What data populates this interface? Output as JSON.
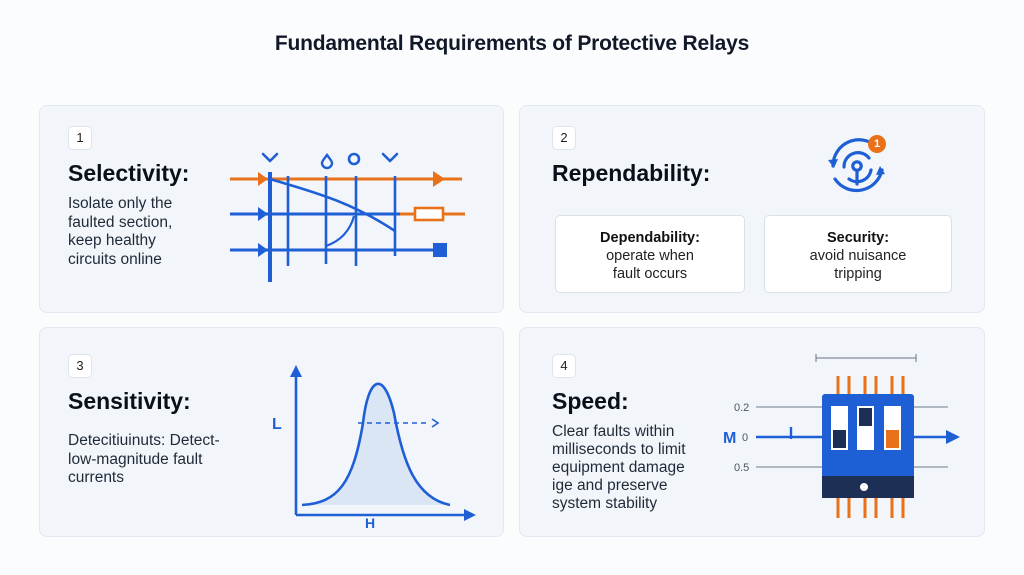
{
  "title": "Fundamental Requirements of Protective Relays",
  "cards": [
    {
      "number": "1",
      "heading": "Selectivity:",
      "description": [
        "Isolate only the",
        "faulted section,",
        "keep healthy",
        "circuits online"
      ]
    },
    {
      "number": "2",
      "heading": "Rependability:",
      "badge": "1",
      "boxes": [
        {
          "title": "Dependability:",
          "lines": [
            "operate when",
            "fault occurs"
          ]
        },
        {
          "title": "Security:",
          "lines": [
            "avoid nuisance",
            "tripping"
          ]
        }
      ]
    },
    {
      "number": "3",
      "heading": "Sensitivity:",
      "description": [
        "Detecitiuinuts: Detect-",
        "low-magnitude fault",
        "currents"
      ],
      "axis_label_y": "L",
      "axis_label_x": "H"
    },
    {
      "number": "4",
      "heading": "Speed:",
      "description": [
        "Clear faults within",
        "milliseconds to limit",
        "equipment damage",
        "ige and preserve",
        "system stability"
      ],
      "scale_labels": [
        "0.2",
        "0",
        "0.5"
      ],
      "marker_label": "M"
    }
  ],
  "colors": {
    "accent_blue": "#1f5fd6",
    "accent_orange": "#e8711a",
    "card_bg": "#f2f6fa"
  }
}
